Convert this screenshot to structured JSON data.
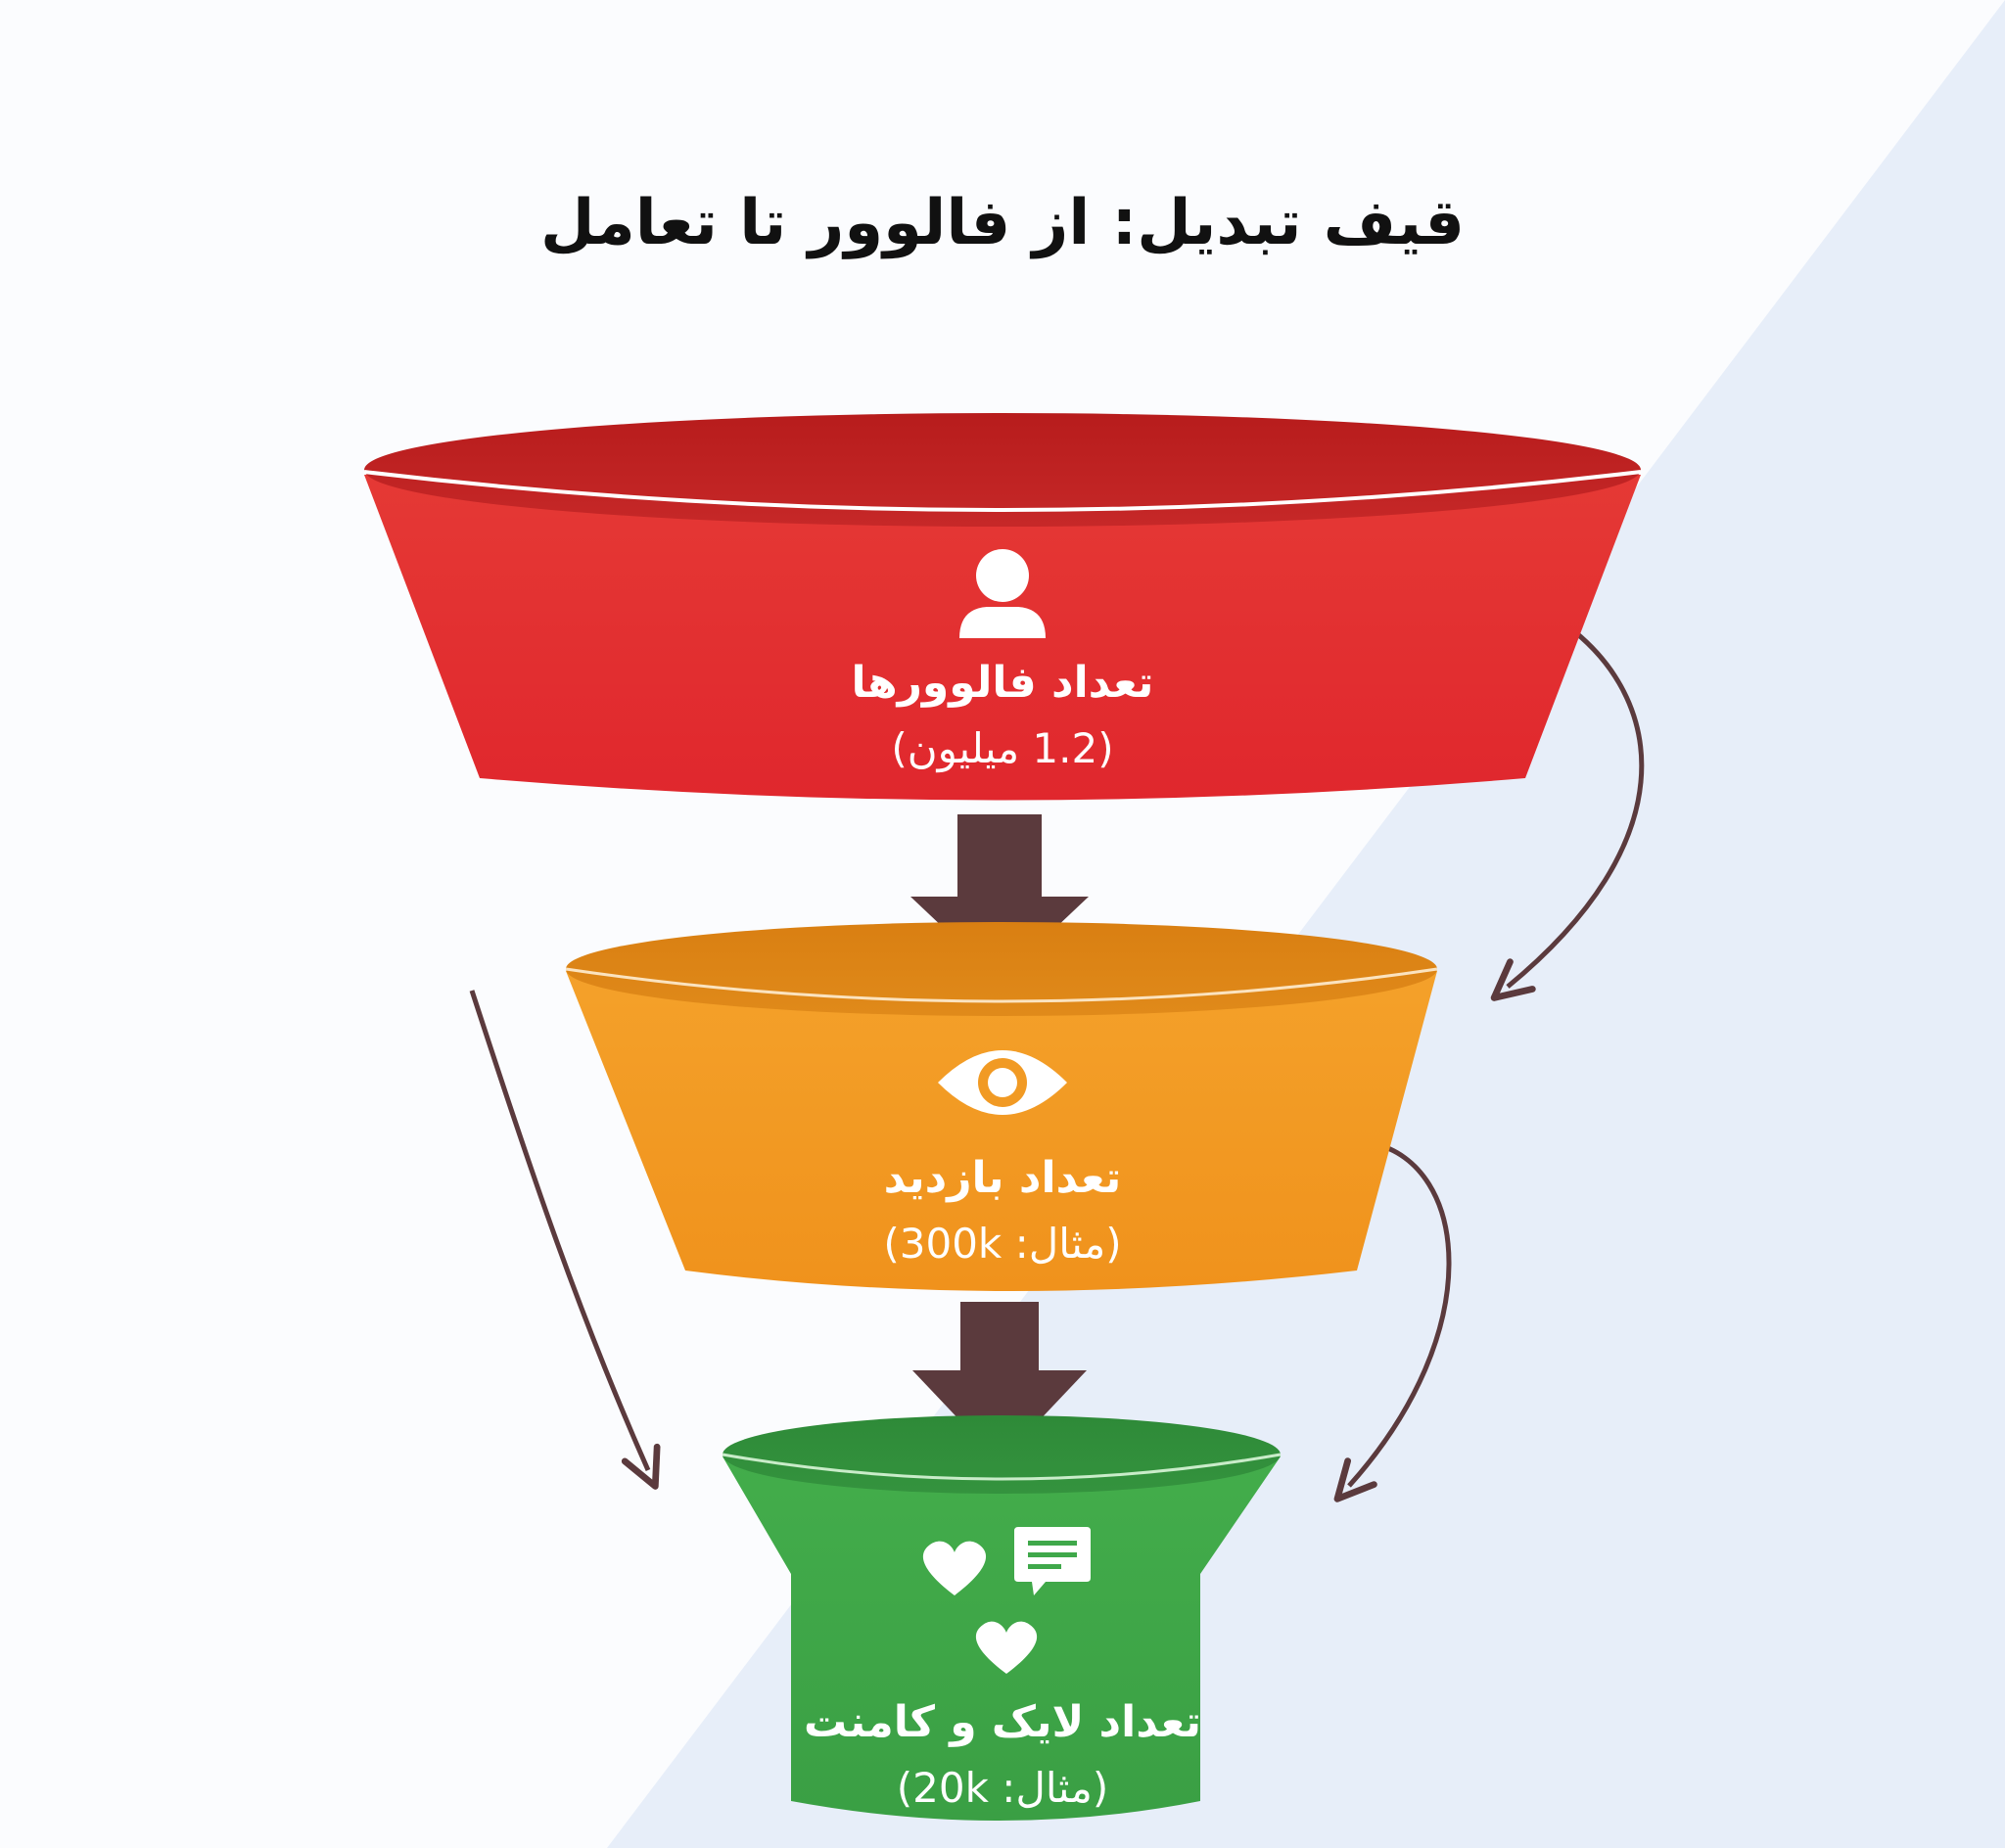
{
  "title": "قیف تبدیل: از فالوور تا تعامل",
  "stages": [
    {
      "label": "تعداد فالوورها",
      "value": "(1.2 میلیون)",
      "icon": "person-icon",
      "color": "#e53935"
    },
    {
      "label": "تعداد بازدید",
      "value": "(مثال: 300k)",
      "icon": "eye-icon",
      "color": "#f19a24"
    },
    {
      "label": "تعداد لایک و کامنت",
      "value": "(مثال: 20k)",
      "icon": "hearts-comment-icon",
      "color": "#3fa84a"
    }
  ],
  "colors": {
    "arrow": "#5b3a3d",
    "background": "#fbfcfe",
    "background_diagonal": "#e7eef9"
  }
}
